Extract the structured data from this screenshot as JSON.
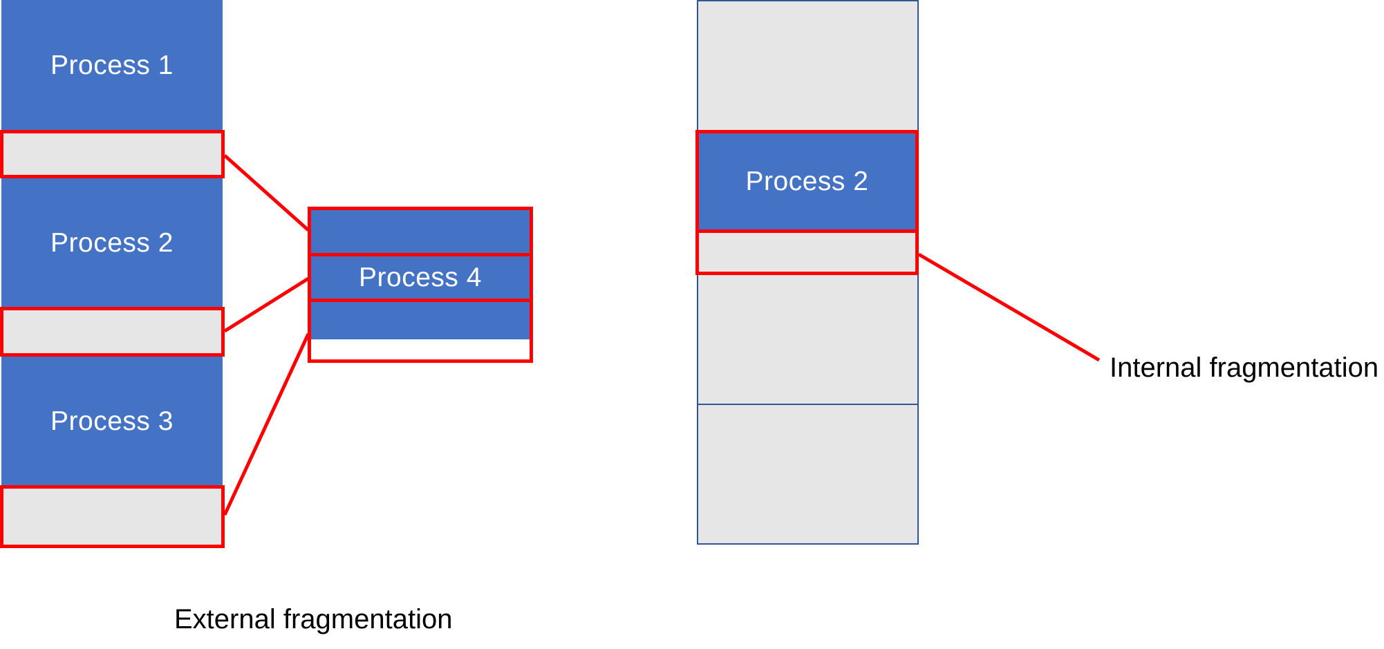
{
  "colors": {
    "process_fill": "#4472c4",
    "free_fill": "#e6e6e6",
    "highlight": "#ff0000",
    "slot_border": "#2f5597"
  },
  "external": {
    "process1": "Process 1",
    "process2": "Process 2",
    "process3": "Process 3",
    "process4": "Process 4",
    "caption": "External fragmentation"
  },
  "internal": {
    "process2": "Process 2",
    "caption": "Internal fragmentation"
  }
}
